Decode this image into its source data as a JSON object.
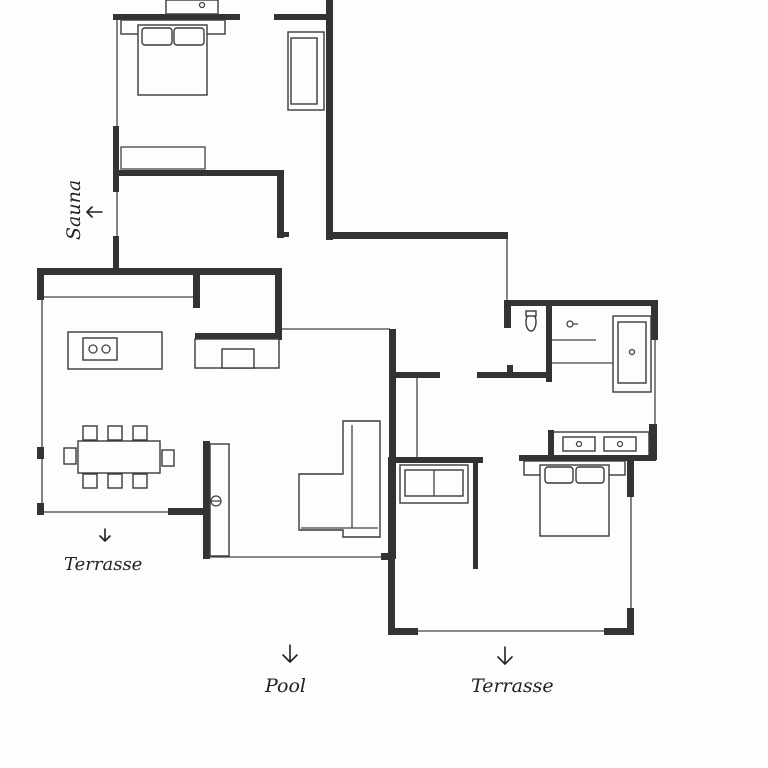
{
  "labels": {
    "sauna": "Sauna",
    "terrace_left": "Terrasse",
    "pool": "Pool",
    "terrace_right": "Terrasse"
  },
  "icons": {
    "direction_arrow": "arrow-icon"
  },
  "colors": {
    "wall": "#333333",
    "line": "#444444",
    "paper": "#fdfdfd"
  }
}
